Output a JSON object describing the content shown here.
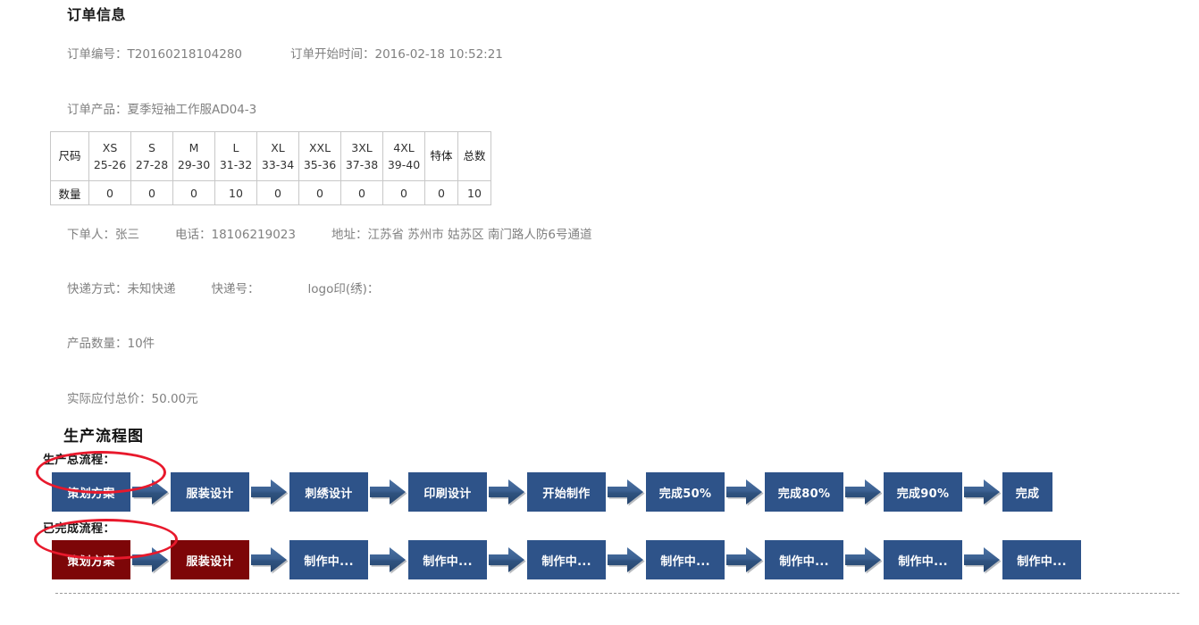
{
  "order": {
    "section_title": "订单信息",
    "order_no_label": "订单编号：",
    "order_no_value": "T20160218104280",
    "start_time_label": "订单开始时间：",
    "start_time_value": "2016-02-18 10:52:21",
    "product_label": "订单产品：",
    "product_value": "夏季短袖工作服AD04-3",
    "buyer_label": "下单人：",
    "buyer_value": "张三",
    "phone_label": "电话：",
    "phone_value": "18106219023",
    "address_label": "地址：",
    "address_value": "江苏省 苏州市 姑苏区 南门路人防6号通道",
    "express_type_label": "快递方式：",
    "express_type_value": "未知快递",
    "express_no_label": "快递号：",
    "express_no_value": "",
    "logo_print_label": "logo印(绣)：",
    "logo_print_value": "",
    "quantity_label": "产品数量：",
    "quantity_value": "10件",
    "total_price_label": "实际应付总价：",
    "total_price_value": "50.00元"
  },
  "size_table": {
    "row_header_label": "尺码",
    "qty_row_label": "数量",
    "special_label": "特体",
    "total_label": "总数",
    "sizes": [
      {
        "name": "XS",
        "range": "25-26",
        "qty": "0"
      },
      {
        "name": "S",
        "range": "27-28",
        "qty": "0"
      },
      {
        "name": "M",
        "range": "29-30",
        "qty": "0"
      },
      {
        "name": "L",
        "range": "31-32",
        "qty": "10"
      },
      {
        "name": "XL",
        "range": "33-34",
        "qty": "0"
      },
      {
        "name": "XXL",
        "range": "35-36",
        "qty": "0"
      },
      {
        "name": "3XL",
        "range": "37-38",
        "qty": "0"
      },
      {
        "name": "4XL",
        "range": "39-40",
        "qty": "0"
      }
    ],
    "special_qty": "0",
    "total_qty": "10"
  },
  "flow": {
    "title": "生产流程图",
    "total_row_label": "生产总流程：",
    "done_row_label": "已完成流程：",
    "colors": {
      "box_blue": "#2e5389",
      "box_red": "#7d0608",
      "arrow": "#3c6091",
      "annotation_red": "#e8192c"
    },
    "total_steps": [
      {
        "label": "策划方案",
        "state": "pending"
      },
      {
        "label": "服装设计",
        "state": "pending"
      },
      {
        "label": "刺绣设计",
        "state": "pending"
      },
      {
        "label": "印刷设计",
        "state": "pending"
      },
      {
        "label": "开始制作",
        "state": "pending"
      },
      {
        "label": "完成50%",
        "state": "pending"
      },
      {
        "label": "完成80%",
        "state": "pending"
      },
      {
        "label": "完成90%",
        "state": "pending"
      },
      {
        "label": "完成",
        "state": "pending"
      }
    ],
    "done_steps": [
      {
        "label": "策划方案",
        "state": "done"
      },
      {
        "label": "服装设计",
        "state": "done"
      },
      {
        "label": "制作中...",
        "state": "pending"
      },
      {
        "label": "制作中...",
        "state": "pending"
      },
      {
        "label": "制作中...",
        "state": "pending"
      },
      {
        "label": "制作中...",
        "state": "pending"
      },
      {
        "label": "制作中...",
        "state": "pending"
      },
      {
        "label": "制作中...",
        "state": "pending"
      },
      {
        "label": "制作中...",
        "state": "pending"
      }
    ]
  }
}
